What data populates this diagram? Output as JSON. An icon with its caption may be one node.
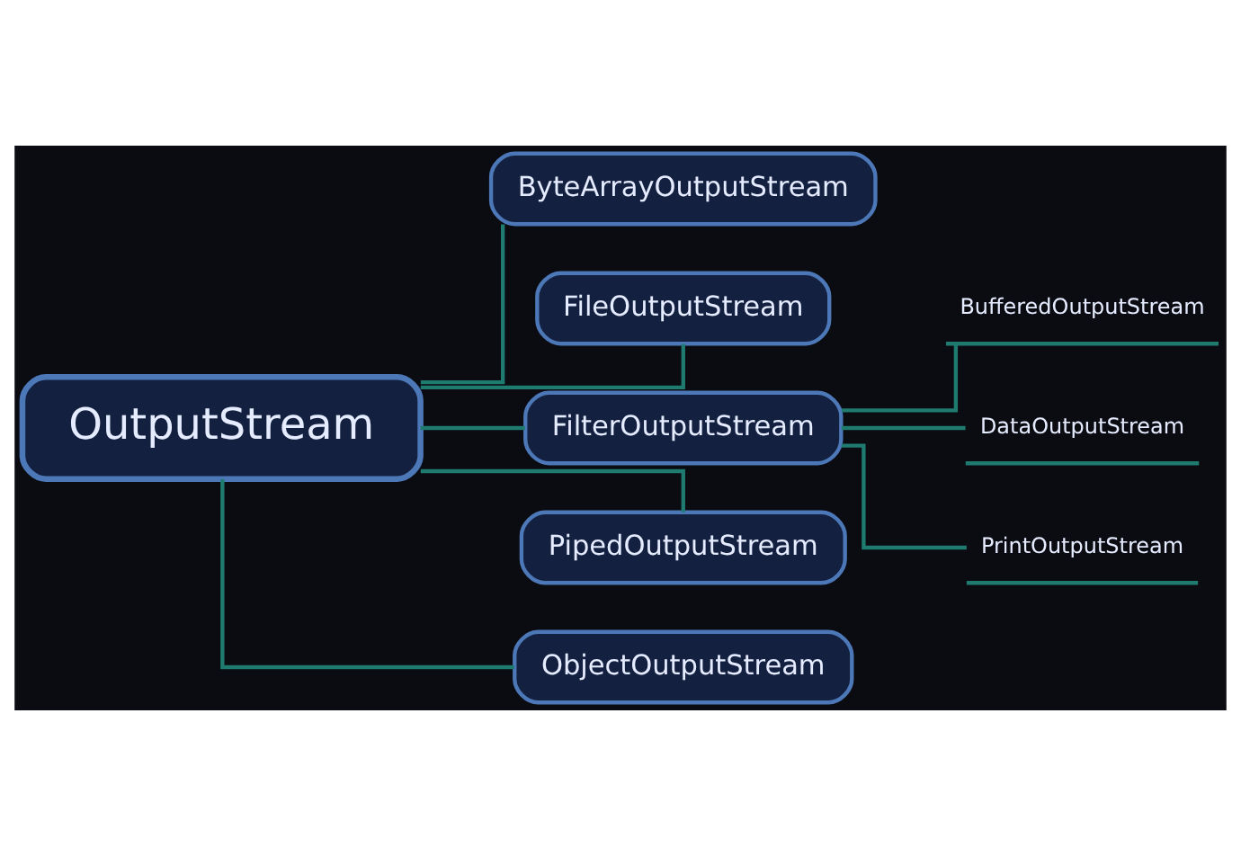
{
  "diagram": {
    "nodes": [
      {
        "text": [
          "OutputStream"
        ]
      },
      {
        "text": [
          "ByteArrayOutputStream"
        ]
      },
      {
        "text": [
          "FileOutputStream"
        ]
      },
      {
        "text": [
          "FilterOutputStream"
        ]
      },
      {
        "text": [
          "PipedOutputStream"
        ]
      },
      {
        "text": [
          "ObjectOutputStream"
        ]
      },
      {
        "text": [
          "BufferedOutputStream"
        ]
      },
      {
        "text": [
          "DataOutputStream"
        ]
      },
      {
        "text": [
          "PrintOutputStream"
        ]
      }
    ],
    "edges": [
      {
        "from": 0,
        "to": 1,
        "arrow": "none"
      },
      {
        "from": 0,
        "to": 2,
        "arrow": "none"
      },
      {
        "from": 0,
        "to": 3,
        "arrow": "none"
      },
      {
        "from": 0,
        "to": 4,
        "arrow": "none"
      },
      {
        "from": 0,
        "to": 5,
        "arrow": "none"
      },
      {
        "from": 3,
        "to": 6,
        "arrow": "none"
      },
      {
        "from": 3,
        "to": 7,
        "arrow": "none"
      },
      {
        "from": 3,
        "to": 8,
        "arrow": "none"
      }
    ]
  }
}
